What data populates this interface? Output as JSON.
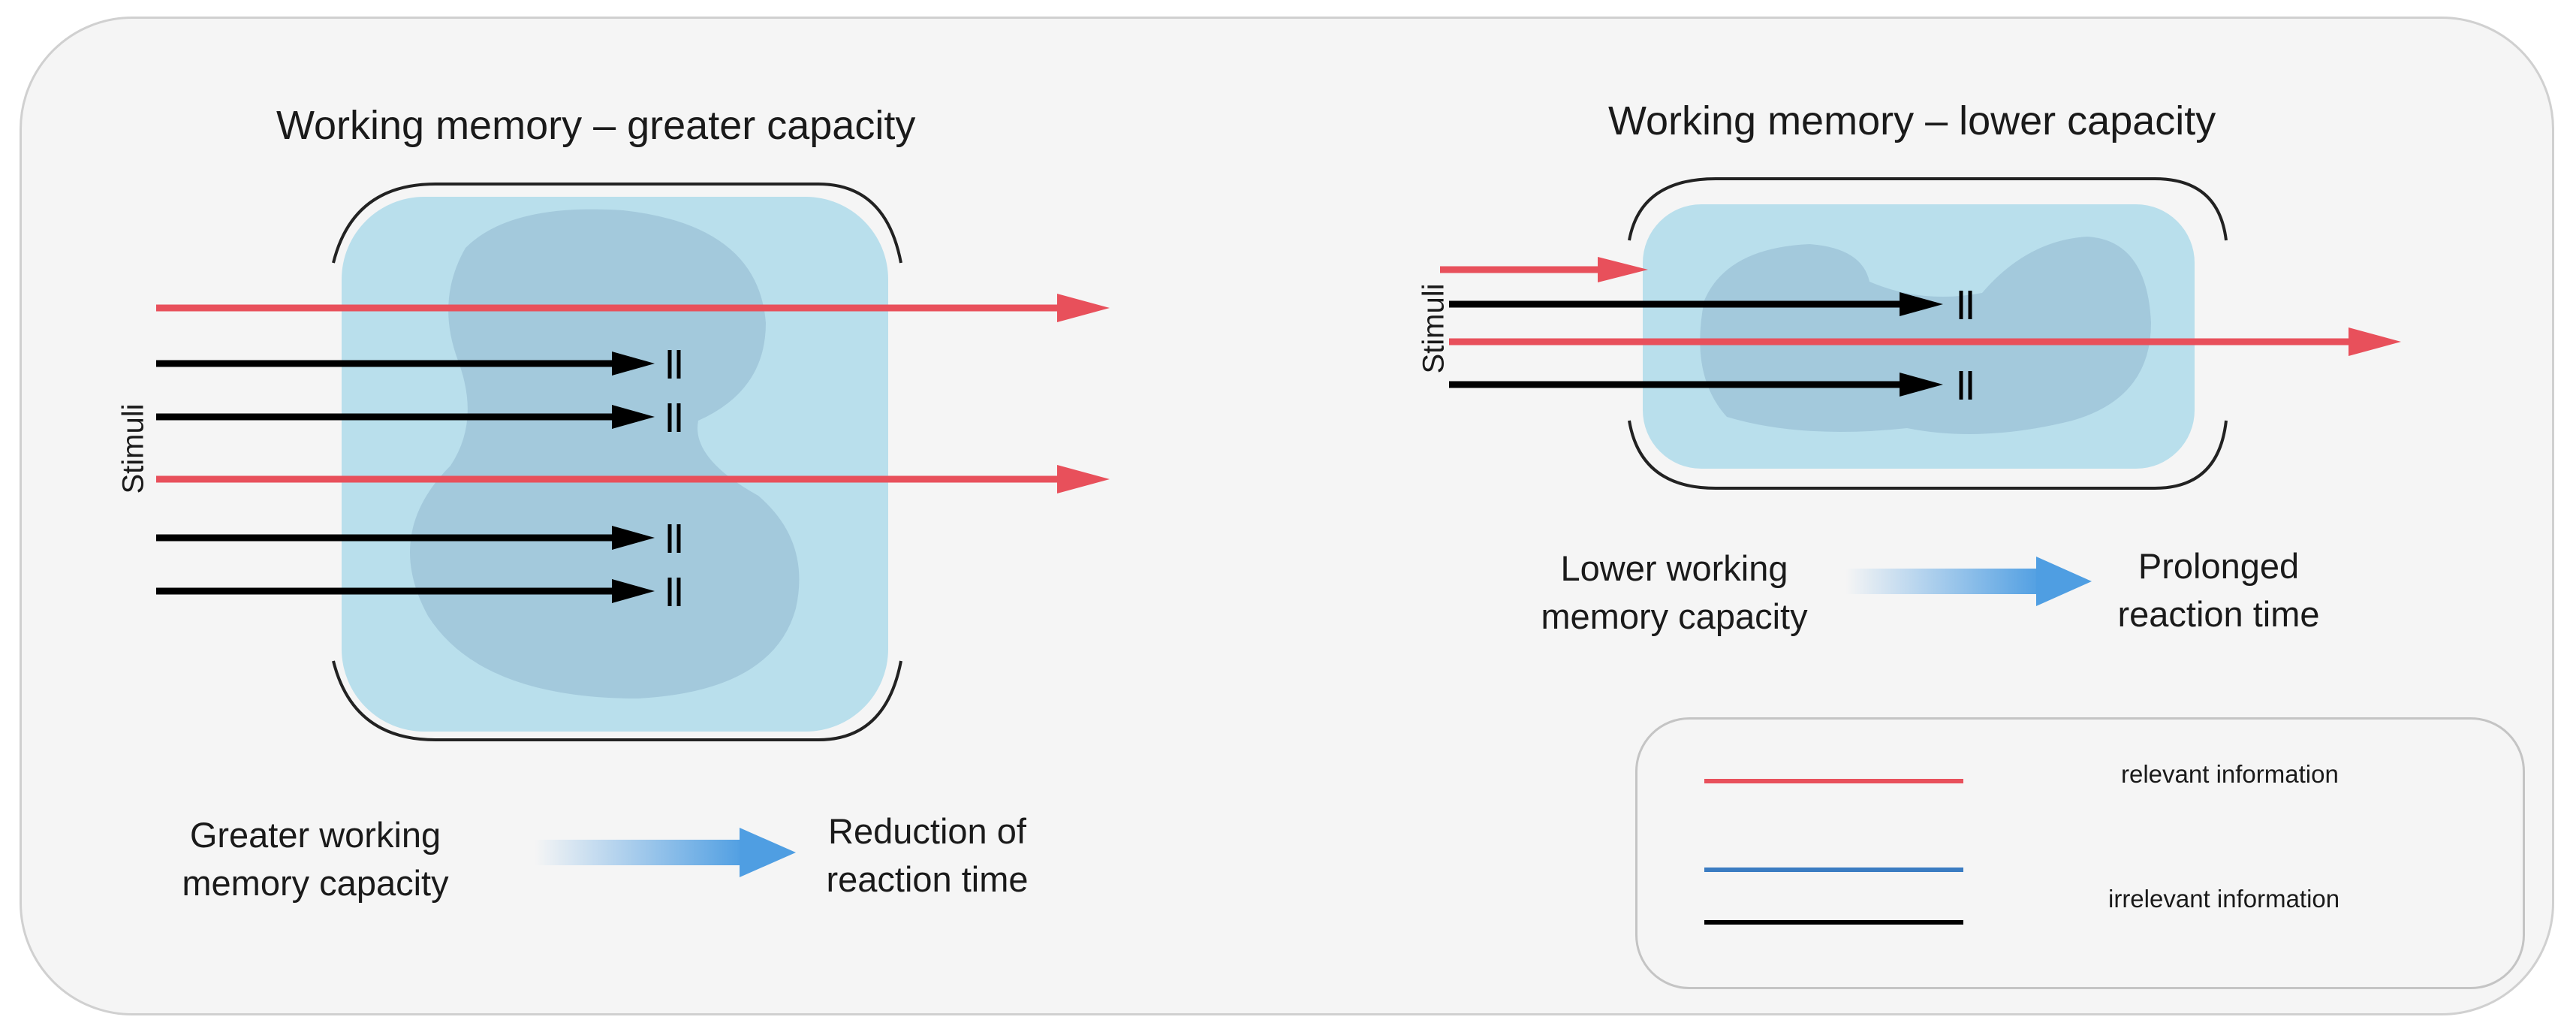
{
  "colors": {
    "relevant": "#e8505b",
    "irrelevant": "#000000",
    "legend_blue": "#3a7cc2",
    "memory_box": "#b9dfec",
    "memory_blob": "#a3c9dc",
    "gradient_arrow": "#4f9ee2"
  },
  "left_panel": {
    "title": "Working memory – greater capacity",
    "stimuli_label": "Stimuli",
    "caption_cause": "Greater working\nmemory capacity",
    "caption_effect": "Reduction of\nreaction time"
  },
  "right_panel": {
    "title": "Working memory – lower capacity",
    "stimuli_label": "Stimuli",
    "caption_cause": "Lower working\nmemory capacity",
    "caption_effect": "Prolonged\nreaction time"
  },
  "legend": {
    "items": [
      {
        "label": "relevant information",
        "color": "#e8505b"
      },
      {
        "label": "irrelevant information",
        "color": "#000000"
      }
    ]
  }
}
